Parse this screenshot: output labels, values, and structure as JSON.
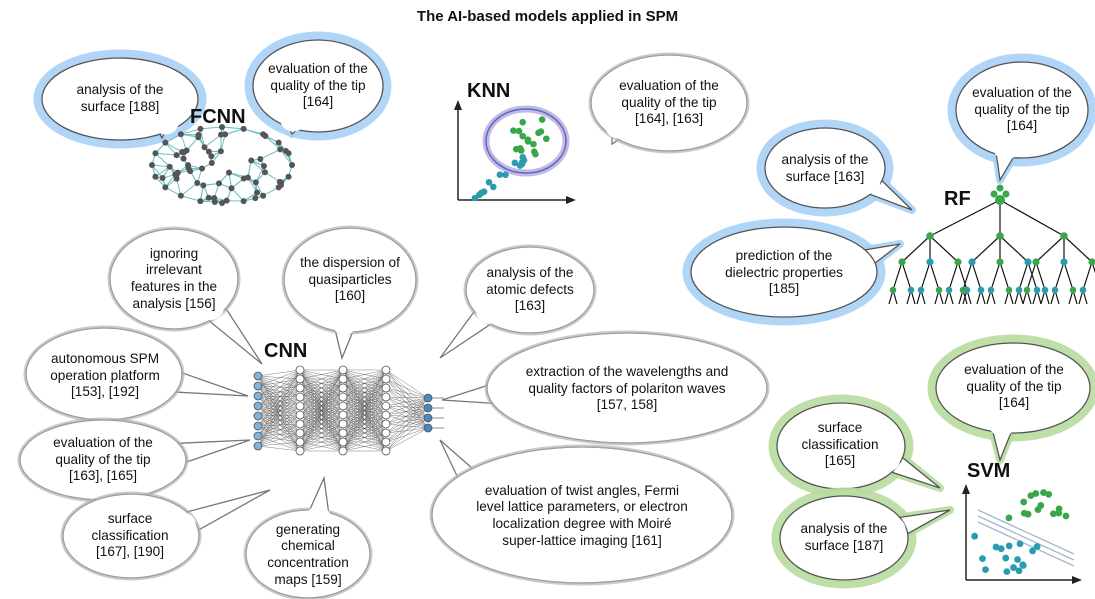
{
  "title": "The AI-based models applied in SPM",
  "models": {
    "fcnn": "FCNN",
    "knn": "KNN",
    "rf": "RF",
    "cnn": "CNN",
    "svm": "SVM"
  },
  "colors": {
    "blue_glow": "#a9d0f5",
    "green_glow": "#b8dca0",
    "gray_bubble": "#b3b3b3",
    "node_teal": "#2b9cb0",
    "node_green": "#3aa64a",
    "node_gray": "#555555",
    "edge_teal": "#6cc0c8",
    "cnn_node_blue": "#7fb2dd"
  },
  "bubbles": {
    "fcnn_1": "analysis of the surface [188]",
    "fcnn_2": "evaluation of the quality of the tip [164]",
    "knn_1": "evaluation of the quality of the tip [164], [163]",
    "rf_1": "evaluation of the quality of the tip [164]",
    "rf_2": "analysis of the surface [163]",
    "rf_3": "prediction of the dielectric properties [185]",
    "cnn_1": "ignoring irrelevant features in the analysis [156]",
    "cnn_2": "the dispersion of quasiparticles [160]",
    "cnn_3": "analysis of the atomic defects [163]",
    "cnn_4": "autonomous SPM operation platform [153], [192]",
    "cnn_5": "extraction of the wavelengths and quality factors of polariton waves [157, 158]",
    "cnn_6": "evaluation of the quality of the tip [163], [165]",
    "cnn_7": "evaluation of twist angles, Fermi level lattice parameters, or electron localization degree with Moiré super-lattice imaging [161]",
    "cnn_8": "surface classification [167], [190]",
    "cnn_9": "generating chemical concentration maps [159]",
    "svm_1": "evaluation of the quality of the tip [164]",
    "svm_2": "surface classification [165]",
    "svm_3": "analysis of the surface [187]"
  }
}
